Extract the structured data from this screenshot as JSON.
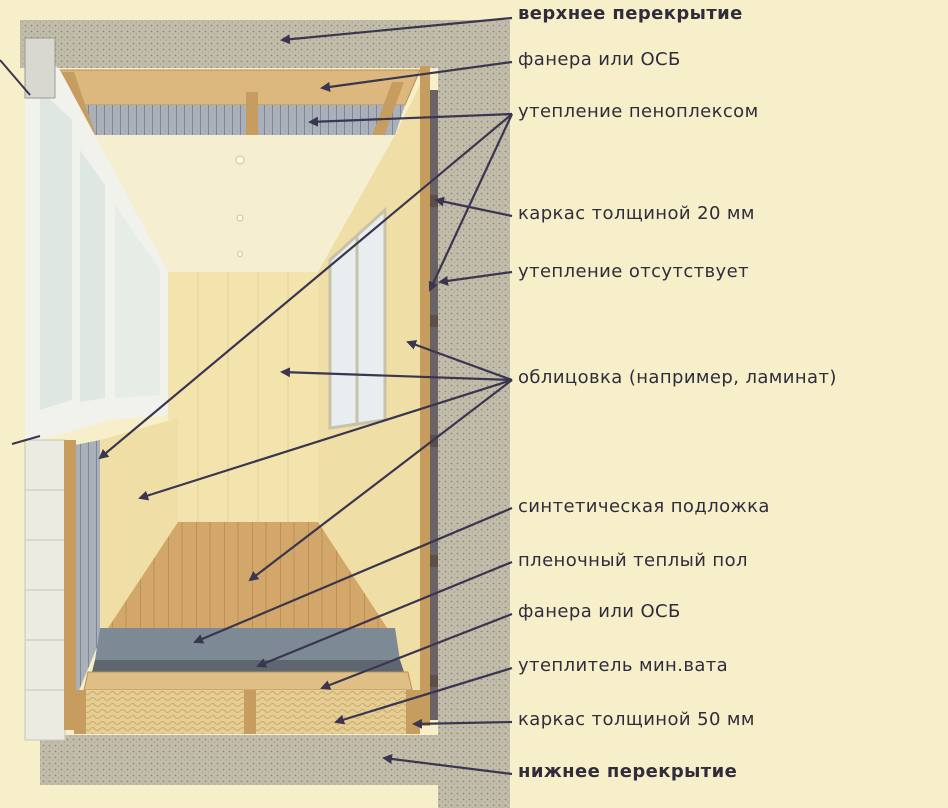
{
  "labels": {
    "top_slab": "верхнее перекрытие",
    "ceiling_plywood": "фанера или ОСБ",
    "ceiling_insulation": "утепление пеноплексом",
    "frame_20": "каркас толщиной 20 мм",
    "no_insulation": "утепление отсутствует",
    "cladding": "облицовка (например, ламинат)",
    "synthetic_underlay": "синтетическая подложка",
    "film_floor_heating": "пленочный теплый пол",
    "floor_plywood": "фанера или ОСБ",
    "mineral_wool": "утеплитель мин.вата",
    "frame_50": "каркас толщиной 50 мм",
    "bottom_slab": "нижнее перекрытие"
  },
  "colors": {
    "background": "#f7efc9",
    "concrete": "#bdb8a6",
    "wood": "#d9b47c",
    "panel": "#f4e8b6",
    "foam": "#9ea7b3",
    "text": "#2f2c3c",
    "arrow": "#3a3650"
  }
}
